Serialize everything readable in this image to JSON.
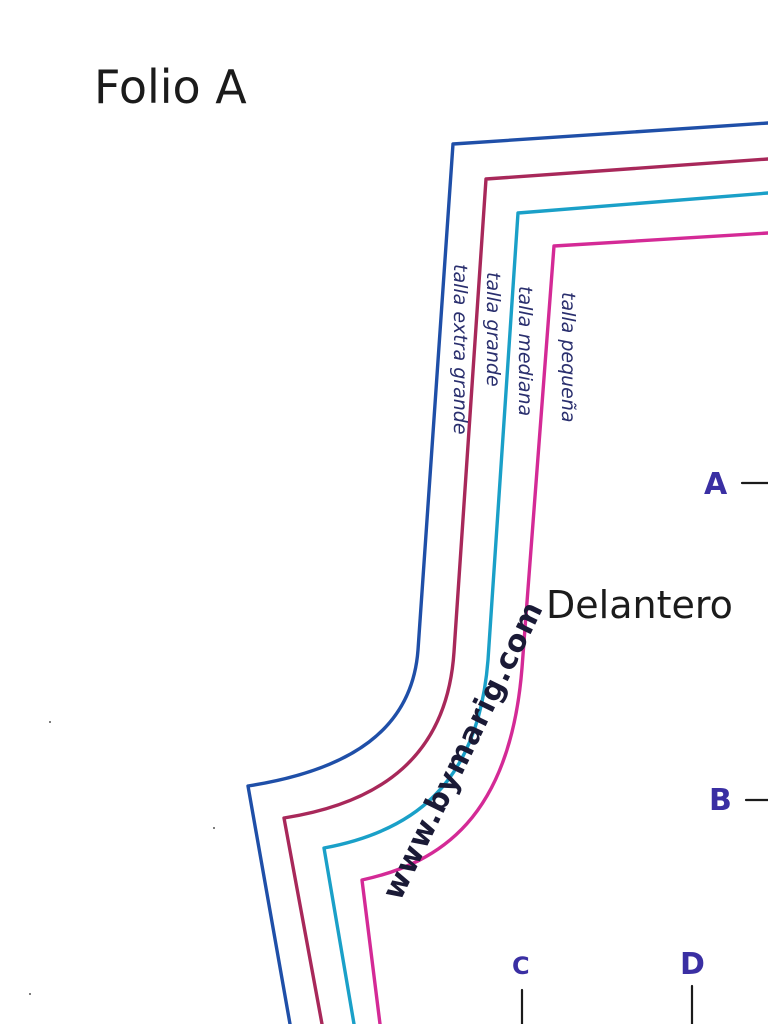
{
  "page": {
    "title": "Folio A",
    "piece_name": "Delantero",
    "watermark": "www.bymarig.com"
  },
  "size_lines": [
    {
      "label": "talla extra grande",
      "color": "#1f4fa8"
    },
    {
      "label": "talla grande",
      "color": "#a8285a"
    },
    {
      "label": "talla mediana",
      "color": "#1aa0c8"
    },
    {
      "label": "talla pequeña",
      "color": "#d42a96"
    }
  ],
  "markers": [
    {
      "label": "A"
    },
    {
      "label": "B"
    },
    {
      "label": "C"
    },
    {
      "label": "D"
    }
  ]
}
